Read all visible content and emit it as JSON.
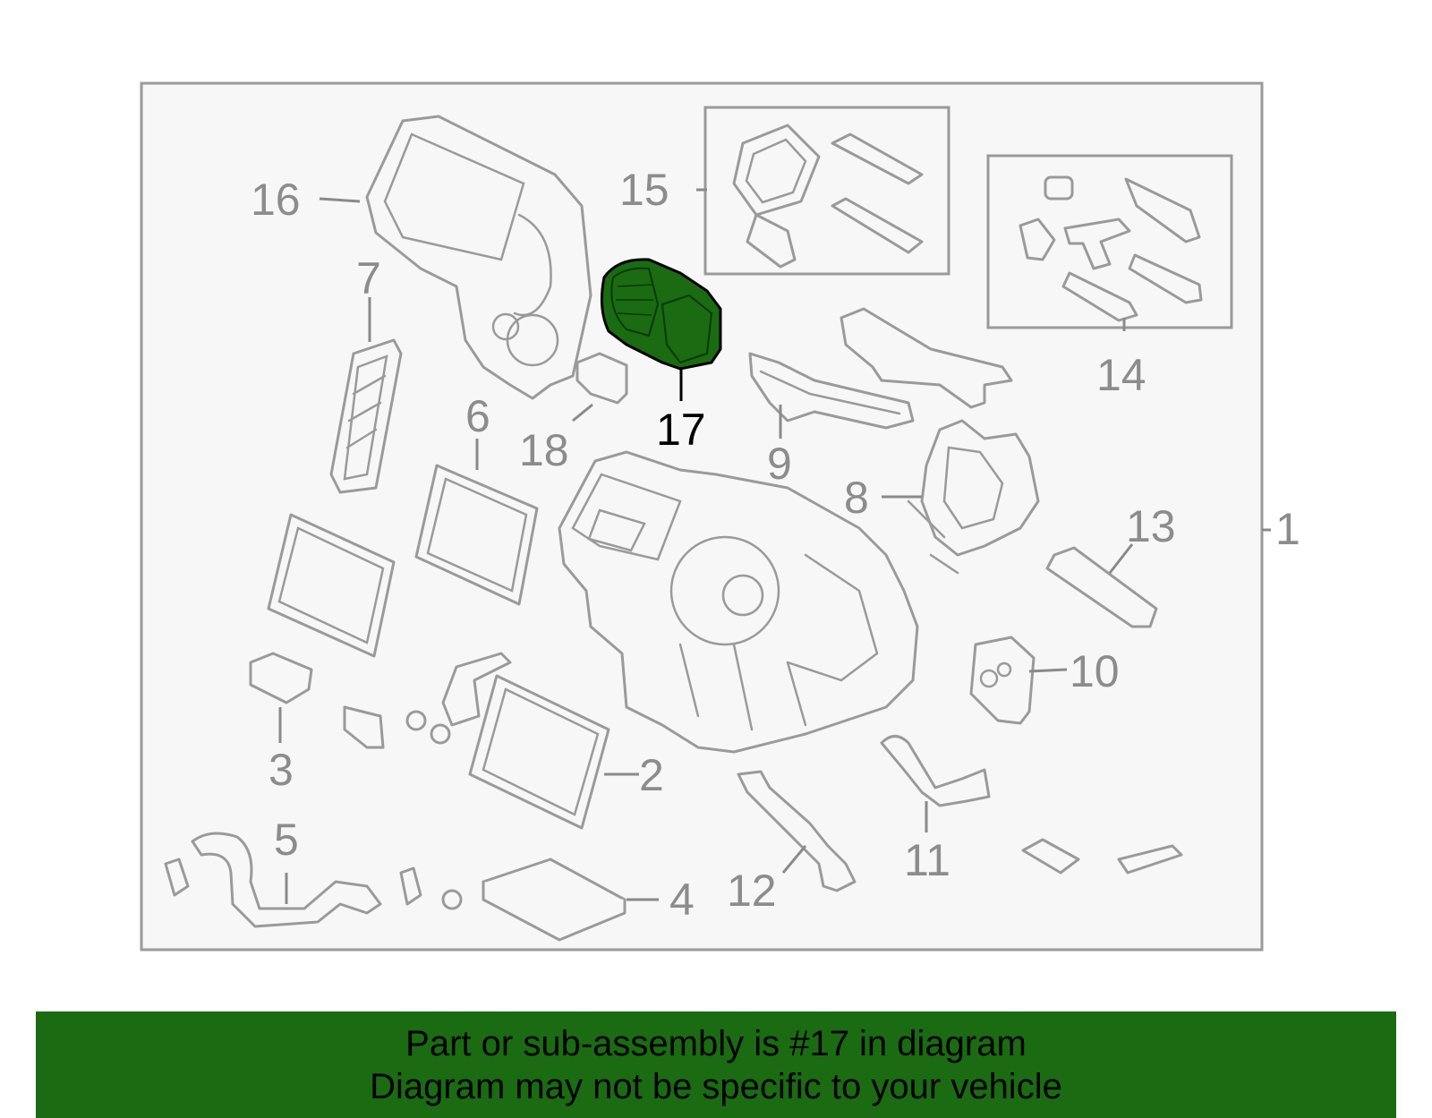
{
  "diagram": {
    "callouts": {
      "c1": "1",
      "c2": "2",
      "c3": "3",
      "c4": "4",
      "c5": "5",
      "c6": "6",
      "c7": "7",
      "c8": "8",
      "c9": "9",
      "c10": "10",
      "c11": "11",
      "c12": "12",
      "c13": "13",
      "c14": "14",
      "c15": "15",
      "c16": "16",
      "c17": "17",
      "c18": "18"
    },
    "highlighted_part": "17",
    "highlight_color": "#1a6b12",
    "outline_color": "#9a9a9a"
  },
  "banner": {
    "line1": "Part or sub-assembly is #17 in diagram",
    "line2": "Diagram may not be specific to your vehicle",
    "background": "#1a6b12"
  }
}
